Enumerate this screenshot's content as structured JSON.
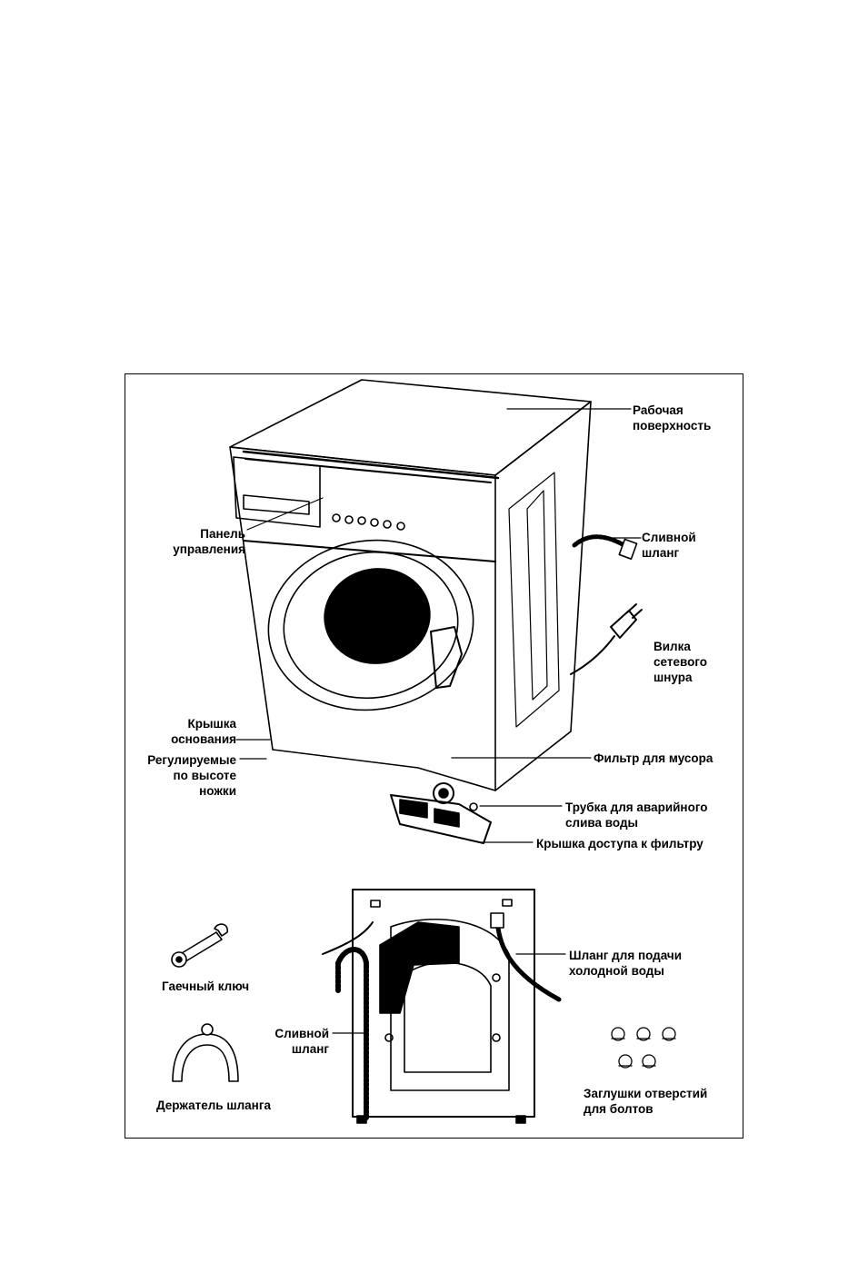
{
  "labels": {
    "worktop": "Рабочая\nповерхность",
    "control_panel": "Панель\nуправления",
    "drain_hose_top": "Сливной\nшланг",
    "power_plug": "Вилка\nсетевого\nшнура",
    "plinth_cover": "Крышка\nоснования",
    "adjustable_feet": "Регулируемые\nпо высоте\nножки",
    "debris_filter": "Фильтр для мусора",
    "emergency_drain": "Трубка для аварийного\nслива воды",
    "filter_cover": "Крышка доступа к фильтру",
    "cold_water_hose": "Шланг для подачи\nхолодной воды",
    "spanner": "Гаечный ключ",
    "drain_hose_back": "Сливной\nшланг",
    "hose_holder": "Держатель шланга",
    "bolt_caps": "Заглушки отверстий\nдля болтов"
  }
}
